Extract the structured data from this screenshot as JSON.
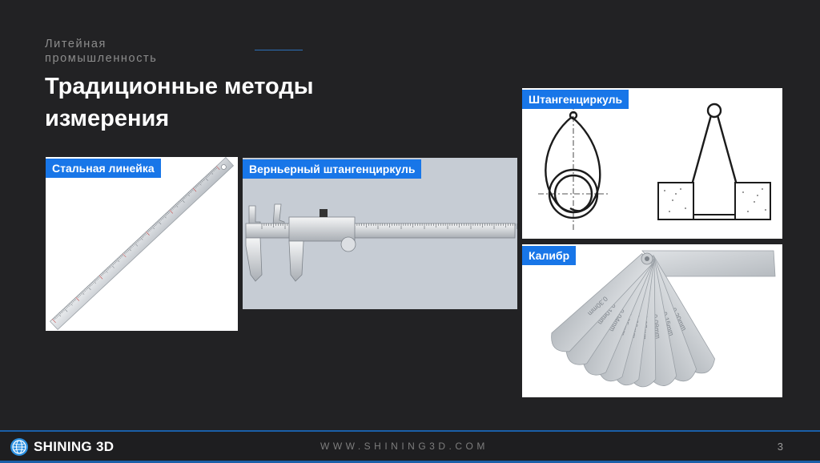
{
  "header": {
    "subtitle": "Литейная промышленность",
    "title": "Традиционные методы измерения"
  },
  "cards": {
    "ruler": {
      "label": "Стальная линейка"
    },
    "vernier": {
      "label": "Верньерный штангенциркуль"
    },
    "caliper": {
      "label": "Штангенциркуль"
    },
    "gauge": {
      "label": "Калибр",
      "blade_labels": [
        "0.20mm",
        "0.15mm",
        "0.08mm",
        "0.07mm",
        "0.06mm",
        "0.05mm",
        "0.04mm",
        "0.10mm",
        "0.30mm"
      ]
    }
  },
  "footer": {
    "logo": "SHINING 3D",
    "website": "WWW.SHINING3D.COM",
    "page": "3"
  },
  "colors": {
    "background": "#222224",
    "accent": "#1876e8",
    "footer_line": "#1a5fa8"
  },
  "icons": {
    "logo": "globe-logo-icon"
  }
}
